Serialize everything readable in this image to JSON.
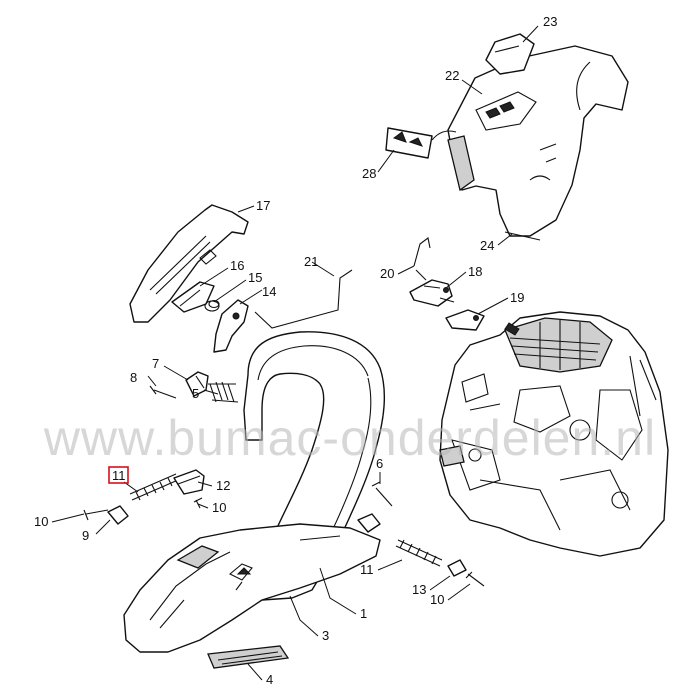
{
  "watermark": "www.bumac-onderdelen.nl",
  "highlight_callout": "11",
  "callouts": {
    "c23": "23",
    "c22": "22",
    "c28": "28",
    "c24": "24",
    "c17": "17",
    "c16": "16",
    "c15": "15",
    "c14": "14",
    "c21": "21",
    "c20": "20",
    "c18": "18",
    "c19": "19",
    "c7": "7",
    "c8": "8",
    "c5": "5",
    "c6": "6",
    "c11a": "11",
    "c12": "12",
    "c10a": "10",
    "c9": "9",
    "c10b": "10",
    "c11b": "11",
    "c13": "13",
    "c10c": "10",
    "c1": "1",
    "c3": "3",
    "c4": "4"
  }
}
